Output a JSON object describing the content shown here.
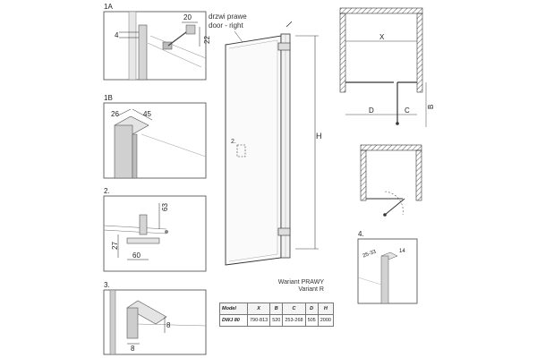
{
  "details": {
    "d1a": {
      "label": "1A",
      "dims": [
        "20",
        "4",
        "22"
      ]
    },
    "d1b": {
      "label": "1B",
      "dims": [
        "26",
        "45"
      ]
    },
    "d2": {
      "label": "2.",
      "dims": [
        "63",
        "27",
        "60"
      ]
    },
    "d3": {
      "label": "3.",
      "dims": [
        "8",
        "8"
      ]
    },
    "d4": {
      "label": "4.",
      "dims": [
        "25-33",
        "14"
      ]
    }
  },
  "main": {
    "door_label_1": "drzwi prawe",
    "door_label_2": "door - right",
    "callout": "2.",
    "height_label": "H",
    "variant_1": "Wariant PRAWY",
    "variant_2": "Variant R"
  },
  "plan": {
    "x": "X",
    "b": "B",
    "d": "D",
    "c": "C"
  },
  "table": {
    "headers": [
      "Model",
      "X",
      "B",
      "C",
      "D",
      "H"
    ],
    "row": [
      "DWJ 80",
      "790-813",
      "520",
      "253-268",
      "505",
      "2000"
    ]
  }
}
